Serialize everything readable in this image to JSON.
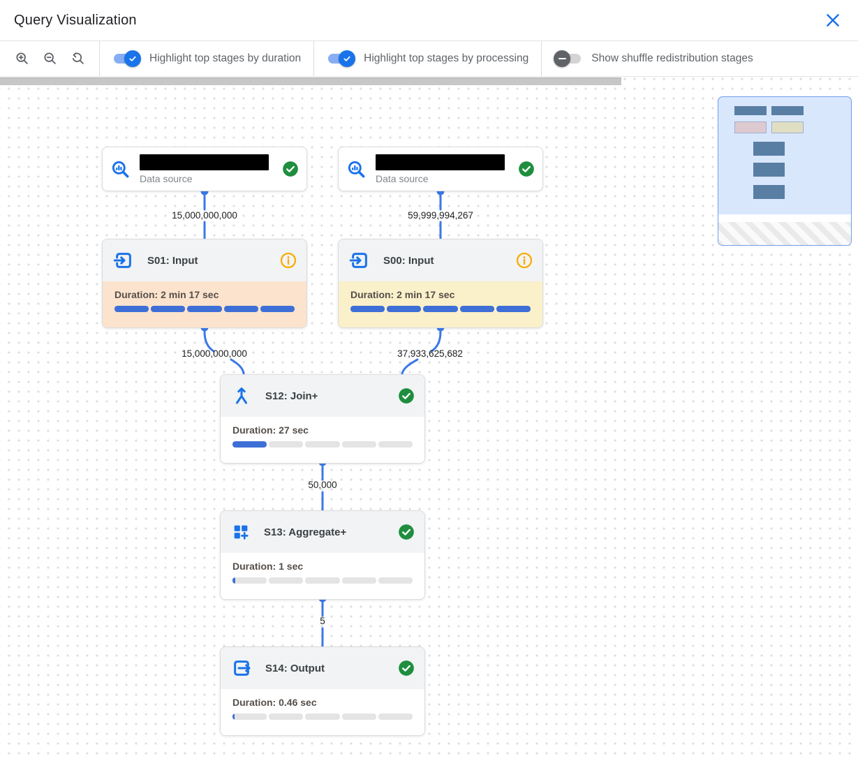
{
  "header": {
    "title": "Query Visualization"
  },
  "toolbar": {
    "zoom_in_tooltip": "zoom in",
    "zoom_out_tooltip": "zoom out",
    "zoom_reset_tooltip": "reset zoom",
    "toggles": [
      {
        "label": "Highlight top stages by duration",
        "state": "on"
      },
      {
        "label": "Highlight top stages by processing",
        "state": "on"
      },
      {
        "label": "Show shuffle redistribution stages",
        "state": "off"
      }
    ]
  },
  "graph": {
    "data_sources": [
      {
        "label": "Data source",
        "name_redacted": true,
        "status": "completed"
      },
      {
        "label": "Data source",
        "name_redacted": true,
        "status": "completed"
      }
    ],
    "stages": [
      {
        "title": "S01: Input",
        "duration_label": "Duration: 2 min 17 sec",
        "progress_pct": 100,
        "highlight": "duration",
        "status": "info"
      },
      {
        "title": "S00: Input",
        "duration_label": "Duration: 2 min 17 sec",
        "progress_pct": 100,
        "highlight": "processing",
        "status": "info"
      },
      {
        "title": "S12: Join+",
        "duration_label": "Duration: 27 sec",
        "progress_pct": 20,
        "highlight": "none",
        "status": "completed"
      },
      {
        "title": "S13: Aggregate+",
        "duration_label": "Duration: 1 sec",
        "progress_pct": 1.5,
        "highlight": "none",
        "status": "completed"
      },
      {
        "title": "S14: Output",
        "duration_label": "Duration: 0.46 sec",
        "progress_pct": 0.8,
        "highlight": "none",
        "status": "completed"
      }
    ],
    "edges": [
      {
        "from": "data-source-1",
        "to": "S01",
        "label": "15,000,000,000"
      },
      {
        "from": "data-source-2",
        "to": "S00",
        "label": "59,999,994,267"
      },
      {
        "from": "S01",
        "to": "S12",
        "label": "15,000,000,000"
      },
      {
        "from": "S00",
        "to": "S12",
        "label": "37,933,625,682"
      },
      {
        "from": "S12",
        "to": "S13",
        "label": "50,000"
      },
      {
        "from": "S13",
        "to": "S14",
        "label": "5"
      }
    ]
  },
  "colors": {
    "accent_blue": "#1a73e8",
    "edge_blue": "#3b78e7",
    "bar_blue": "#3e6fd6",
    "success_green": "#1e8e3e",
    "info_amber": "#f9ab00",
    "highlight_duration": "#fbe3cd",
    "highlight_processing": "#faf0ca"
  }
}
